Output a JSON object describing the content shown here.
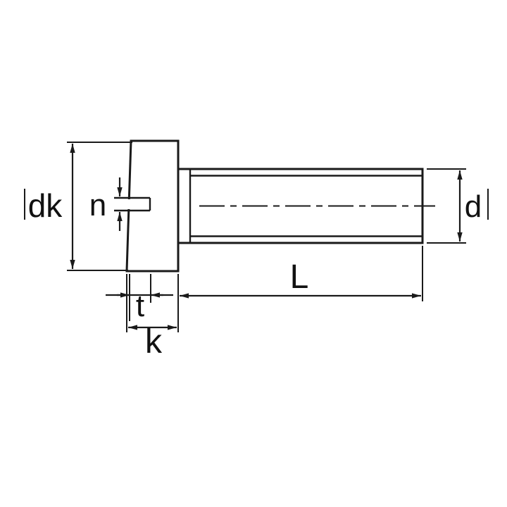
{
  "drawing": {
    "background": "#ffffff",
    "line_color": "#1a1a1a",
    "labels": {
      "head_diameter": "dk",
      "slot_width": "n",
      "slot_depth": "t",
      "head_height": "k",
      "shank_length": "L",
      "thread_diameter": "d"
    }
  }
}
